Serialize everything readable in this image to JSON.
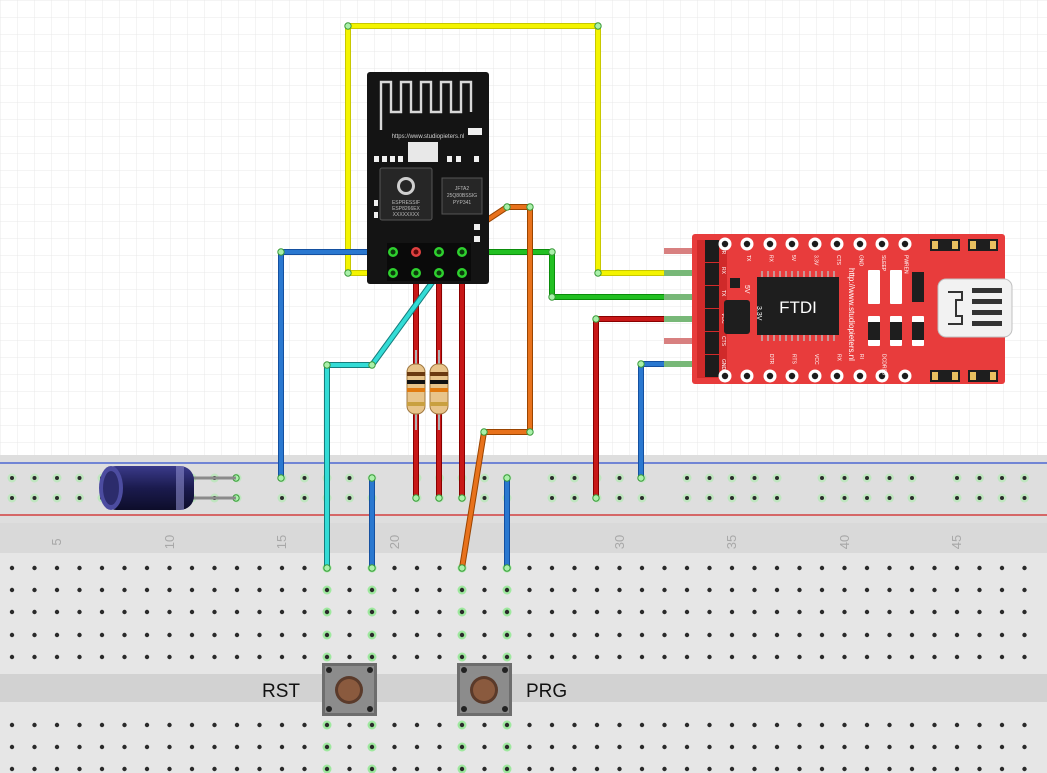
{
  "diagram": {
    "esp_module": {
      "url": "https://www.studiopieters.nl",
      "shield_text": [
        "ESPRESSIF",
        "ESP8266EX",
        "XXXXXXXX"
      ],
      "flash_text": [
        "JFTA2",
        "25Q80BSSIG",
        "PYP341"
      ]
    },
    "ftdi_board": {
      "label": "FTDI",
      "url": "http://www.studiopieters.nl",
      "top_pins": [
        "TX",
        "RX",
        "5V",
        "3.3V",
        "CTS",
        "GND",
        "SLEEP",
        "PWREN"
      ],
      "bottom_pins": [
        "DTR",
        "RTS",
        "VCC",
        "RX",
        "RI",
        "DCDRSD"
      ],
      "side_pins": [
        "DTR",
        "RX",
        "TX",
        "VCC",
        "CTS",
        "GND"
      ],
      "jumper_labels": [
        "5V",
        "3.3V"
      ]
    },
    "breadboard": {
      "column_numbers": [
        "5",
        "10",
        "15",
        "20",
        "30",
        "35",
        "40",
        "45"
      ]
    },
    "buttons": [
      {
        "label": "RST"
      },
      {
        "label": "PRG"
      }
    ]
  }
}
